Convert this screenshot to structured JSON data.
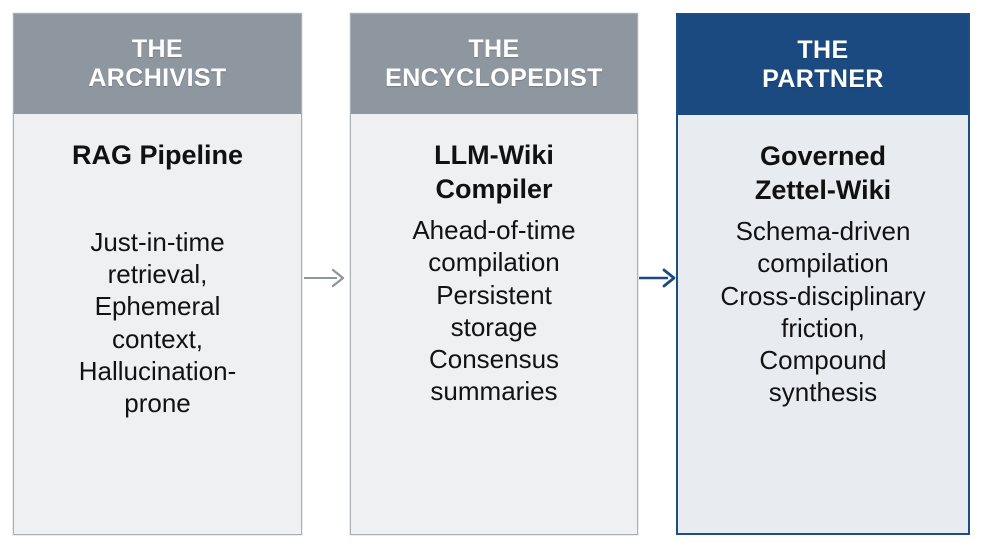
{
  "diagram": {
    "type": "three-stage-progression",
    "colors": {
      "neutral_header": "#8e96a0",
      "accent_header": "#1a4a80",
      "neutral_body": "#eef0f1",
      "accent_body": "#e8ecf1",
      "neutral_border": "#aab0b8",
      "accent_border": "#1d4f87",
      "neutral_arrow": "#8e96a0",
      "accent_arrow": "#1a4a80",
      "text_dark": "#111111",
      "text_light": "#ffffff"
    },
    "stages": [
      {
        "header_line1": "THE",
        "header_line2": "ARCHIVIST",
        "subtitle": "RAG Pipeline",
        "details": [
          "Just-in-time",
          "retrieval,",
          "Ephemeral",
          "context,",
          "Hallucination-",
          "prone"
        ],
        "emphasis": "neutral"
      },
      {
        "header_line1": "THE",
        "header_line2": "ENCYCLOPEDIST",
        "subtitle_line1": "LLM-Wiki",
        "subtitle_line2": "Compiler",
        "details": [
          "Ahead-of-time",
          "compilation",
          "Persistent",
          "storage",
          "Consensus",
          "summaries"
        ],
        "emphasis": "neutral"
      },
      {
        "header_line1": "THE",
        "header_line2": "PARTNER",
        "subtitle_line1": "Governed",
        "subtitle_line2": "Zettel-Wiki",
        "details": [
          "Schema-driven",
          "compilation",
          "Cross-disciplinary",
          "friction,",
          "Compound",
          "synthesis"
        ],
        "emphasis": "accent"
      }
    ],
    "connectors": [
      {
        "name": "arrow-stage1-to-stage2",
        "style": "neutral",
        "direction": "right"
      },
      {
        "name": "arrow-stage2-to-stage3",
        "style": "accent",
        "direction": "right"
      }
    ]
  }
}
